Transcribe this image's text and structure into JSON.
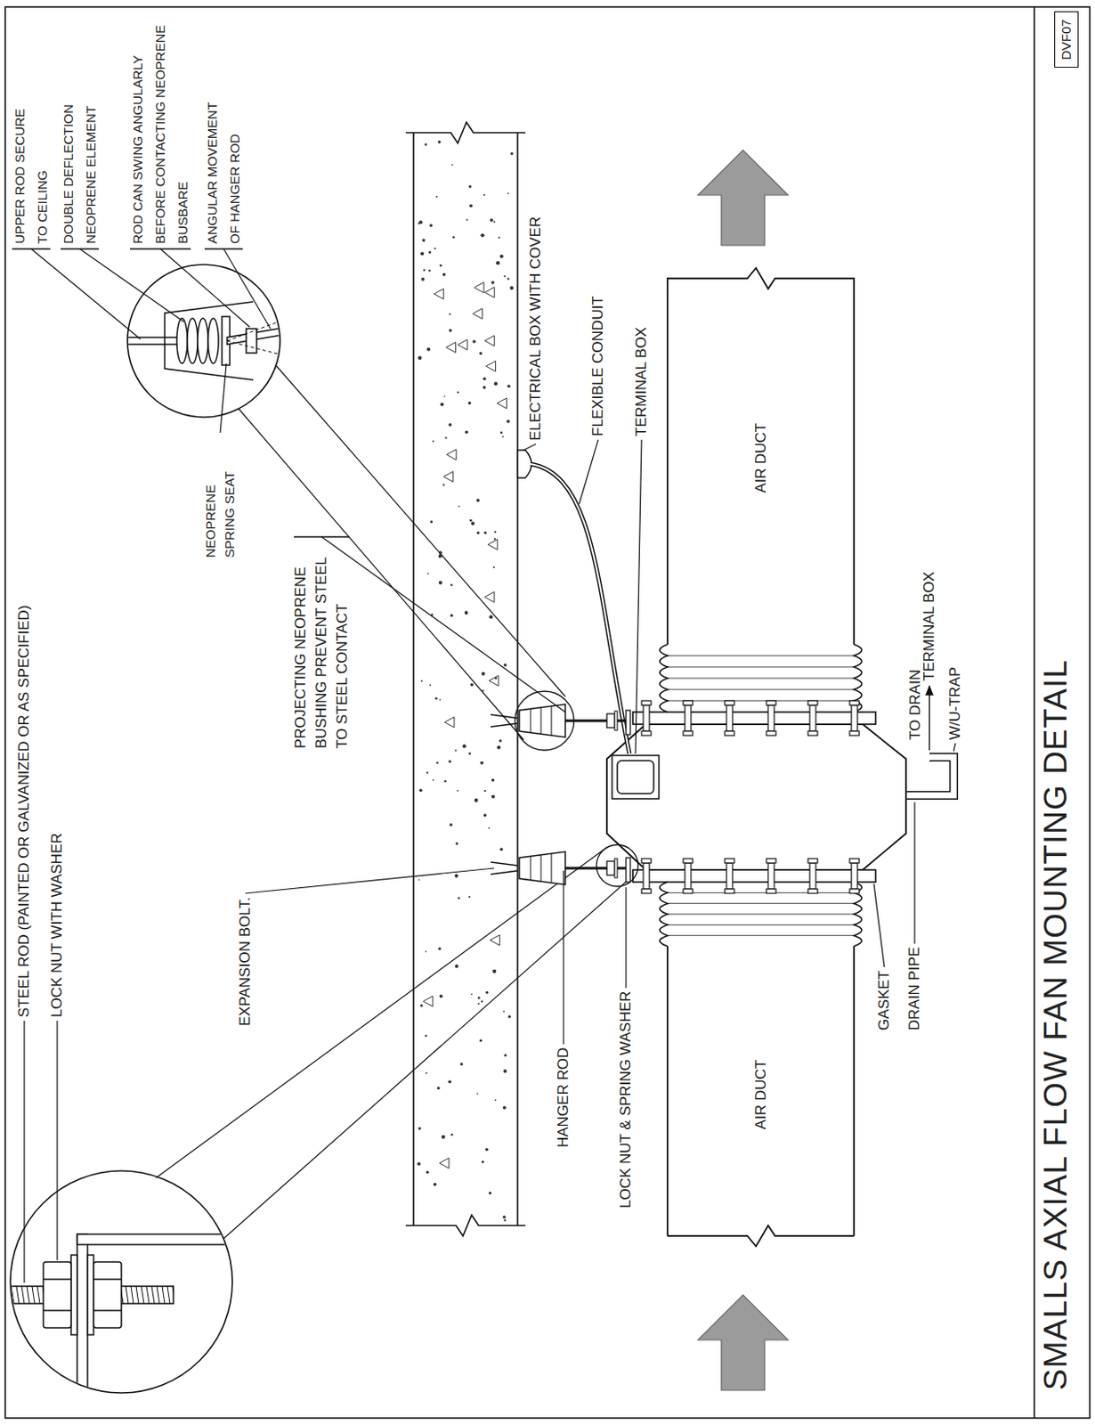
{
  "diagram": {
    "title": "SMALLS AXIAL FLOW FAN MOUNTING DETAIL",
    "nodes": [
      {
        "text": [
          "AIR DUCT"
        ]
      },
      {
        "text": [
          "AIR DUCT"
        ]
      },
      {
        "text": [
          "DVF07"
        ]
      }
    ],
    "labels": [
      "UPPER ROD SECURE TO CEILING",
      "DOUBLE DEFLECTION NEOPRENE ELEMENT",
      "ROD CAN SWING ANGULARLY BEFORE CONTACTING NEOPRENE BUSBARE",
      "ANGULAR MOVEMENT OF HANGER ROD",
      "NEOPRENE SPRING SEAT",
      "STEEL ROD (PAINTED OR GALVANIZED OR AS SPECIFIED)",
      "LOCK NUT WITH WASHER",
      "EXPANSION BOLT.",
      "PROJECTING NEOPRENE BUSHING PREVENT STEEL TO STEEL CONTACT",
      "ELECTRICAL BOX WITH COVER",
      "FLEXIBLE CONDUIT",
      "TERMINAL BOX",
      "HANGER ROD",
      "LOCK NUT & SPRING WASHER",
      "GASKET",
      "DRAIN PIPE",
      "TO DRAIN",
      "TERMINAL BOX",
      "W/U-TRAP"
    ]
  }
}
